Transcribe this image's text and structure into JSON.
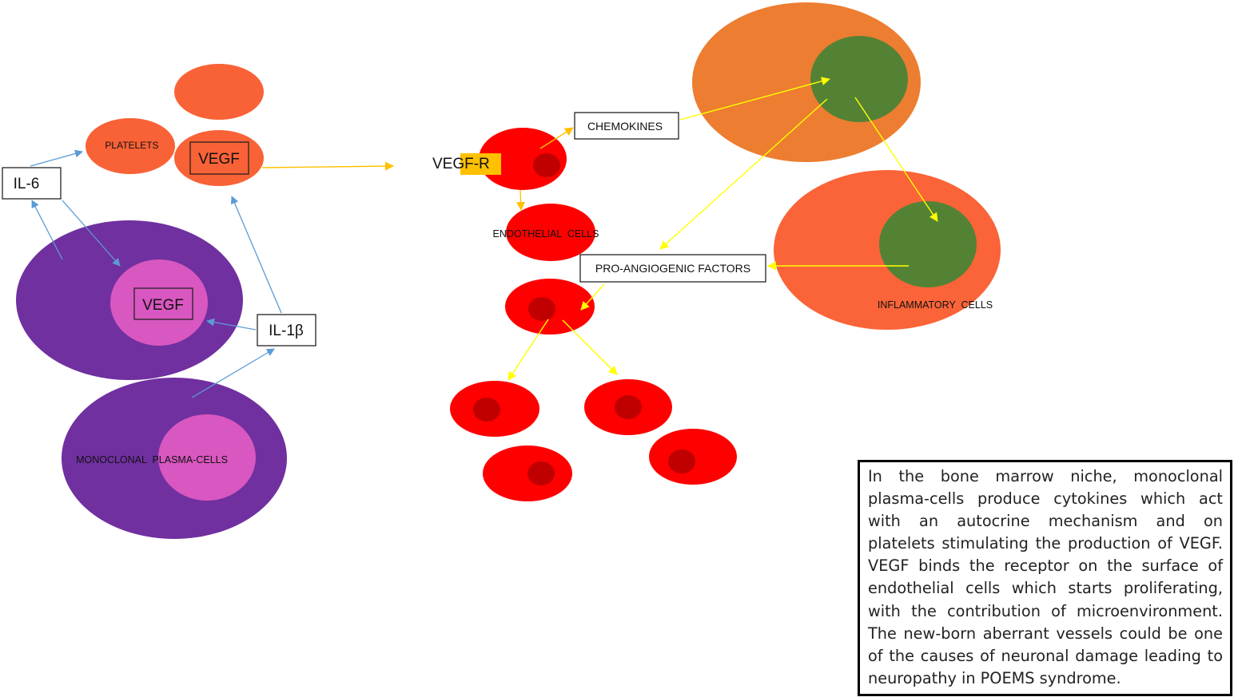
{
  "labels": {
    "platelets": "PLATELETS",
    "vegf_platelet": "VEGF",
    "il6": "IL-6",
    "vegf_plasma": "VEGF",
    "il1b": "IL-1β",
    "monoclonal": "MONOCLONAL  PLASMA-CELLS",
    "vegf_r": "VEGF-R",
    "chemokines": "CHEMOKINES",
    "endothelial": "ENDOTHELIAL  CELLS",
    "pro_angiogenic": "PRO-ANGIOGENIC FACTORS",
    "inflammatory": "INFLAMMATORY  CELLS"
  },
  "caption": "In the bone marrow niche, monoclonal plasma-cells produce cytokines which act with an autocrine mechanism and on platelets stimulating the production of VEGF. VEGF binds the receptor on the surface of endothelial cells which starts proliferating, with the contribution of microenvironment. The new-born aberrant vessels could be one of the causes of neuronal damage leading to neuropathy in POEMS syndrome.",
  "colors": {
    "platelet": "#f96236",
    "plasma_outer": "#7030a0",
    "plasma_inner": "#d957c0",
    "endothelial": "#ff0000",
    "nucleus": "#c00000",
    "inflam_outer_top": "#ed7d31",
    "inflam_outer_bottom": "#fa6438",
    "inflam_inner": "#548235",
    "arrow_blue": "#5b9bd5",
    "arrow_yellow": "#ffff00",
    "arrow_orange": "#ffc000"
  }
}
